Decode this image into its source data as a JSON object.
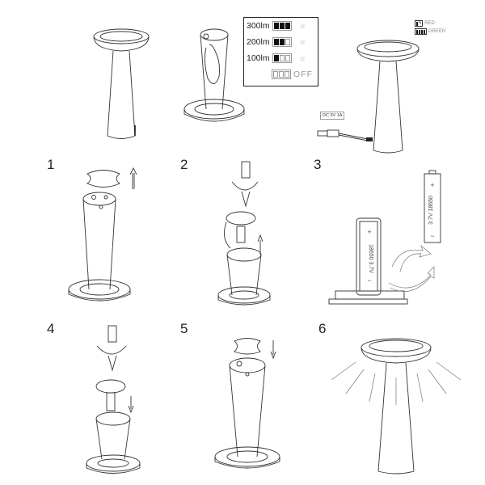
{
  "steps": [
    {
      "number": "1"
    },
    {
      "number": "2"
    },
    {
      "number": "3"
    },
    {
      "number": "4"
    },
    {
      "number": "5"
    },
    {
      "number": "6"
    }
  ],
  "brightness_legend": {
    "levels": [
      {
        "label": "300lm",
        "bars_on": 3
      },
      {
        "label": "200lm",
        "bars_on": 2
      },
      {
        "label": "100lm",
        "bars_on": 1
      },
      {
        "label": "OFF",
        "bars_on": 0
      }
    ],
    "sun_icon": "☼"
  },
  "charging_indicator": {
    "charging": {
      "label": "RED",
      "icon": "battery-charging-icon"
    },
    "full": {
      "label": "GREEN",
      "icon": "battery-full-icon"
    }
  },
  "power_input": {
    "label": "DC 5V 1A"
  },
  "battery": {
    "type": "18650",
    "voltage": "3.7V",
    "positive": "+",
    "negative": "−"
  }
}
